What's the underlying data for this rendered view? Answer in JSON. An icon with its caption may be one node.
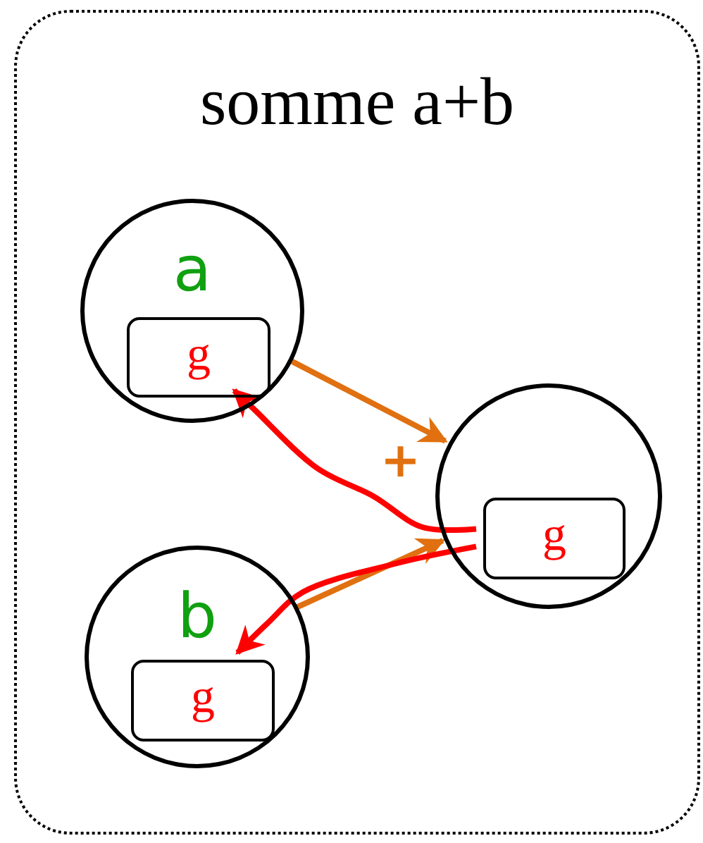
{
  "diagram": {
    "nodes": [
      {
        "text": [
          "somme a+b"
        ]
      },
      {
        "text": [
          "a"
        ],
        "in": 0
      },
      {
        "text": [
          "g"
        ],
        "in": 1
      },
      {
        "text": [],
        "shape": "circle",
        "in": 0
      },
      {
        "text": [
          "g"
        ],
        "in": 3
      },
      {
        "text": [
          "b"
        ],
        "in": 0
      },
      {
        "text": [
          "g"
        ],
        "in": 5
      }
    ],
    "edges": [
      {
        "from": 1,
        "to": 3,
        "arrow": "to",
        "color": "#e07010"
      },
      {
        "from": 5,
        "to": 3,
        "arrow": "to",
        "color": "#e07010"
      },
      {
        "from": 4,
        "to": 2,
        "arrow": "to",
        "color": "#ff0000"
      },
      {
        "from": 4,
        "to": 6,
        "arrow": "to",
        "color": "#ff0000"
      }
    ],
    "labels": [
      "+"
    ]
  }
}
